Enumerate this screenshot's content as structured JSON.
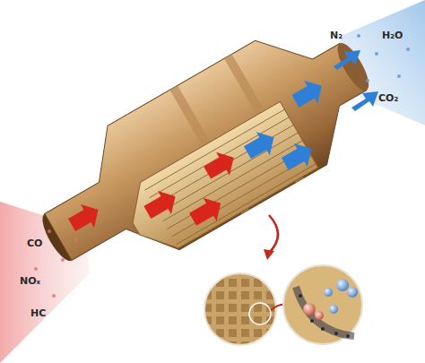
{
  "diagram": {
    "labels": [
      "CO",
      "NOₓ",
      "HC",
      "N₂",
      "H₂O",
      "CO₂"
    ]
  }
}
